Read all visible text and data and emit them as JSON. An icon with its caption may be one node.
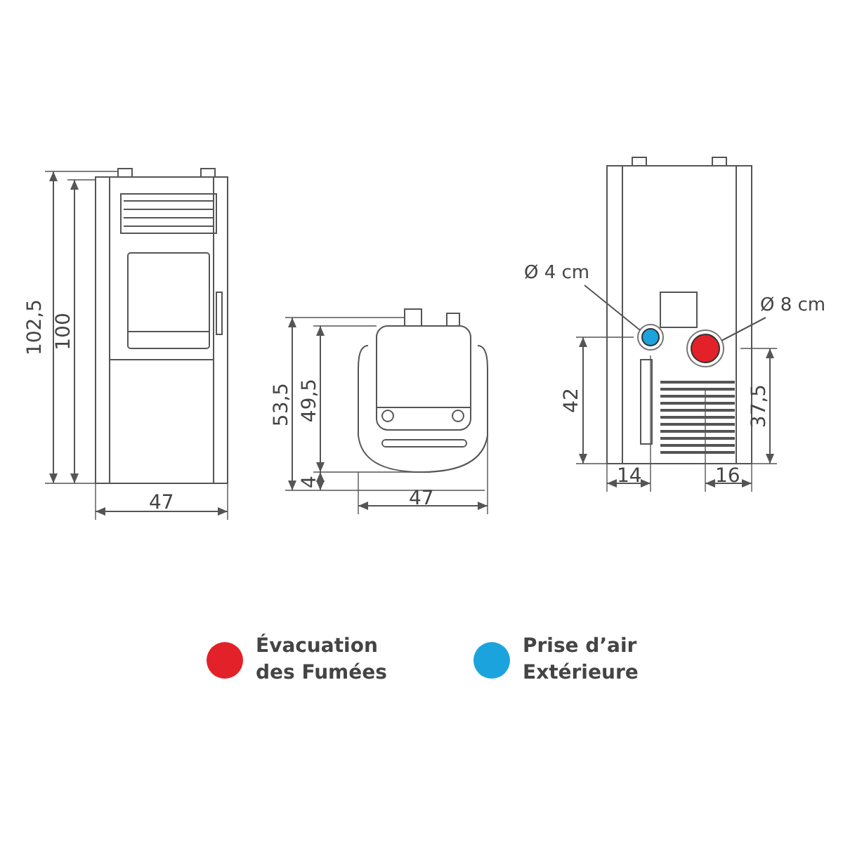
{
  "diagram": {
    "nodes": [
      {
        "text": [
          "Ø 4 cm"
        ]
      },
      {
        "text": [],
        "shape": "circle"
      },
      {
        "text": [
          "Ø 8 cm"
        ]
      },
      {
        "text": [],
        "shape": "circle"
      }
    ],
    "edges": [
      {
        "from": 0,
        "to": 1,
        "arrow": "none"
      },
      {
        "from": 2,
        "to": 3,
        "arrow": "none"
      }
    ],
    "labels": [
      "102,5",
      "100",
      "47",
      "53,5",
      "49,5",
      "4",
      "47",
      "42",
      "37,5",
      "14",
      "16"
    ],
    "legend": [
      {
        "text": "Évacuation des Fumées",
        "color": "#e32129"
      },
      {
        "text": "Prise d’air Extérieure",
        "color": "#1ba3de"
      }
    ]
  }
}
